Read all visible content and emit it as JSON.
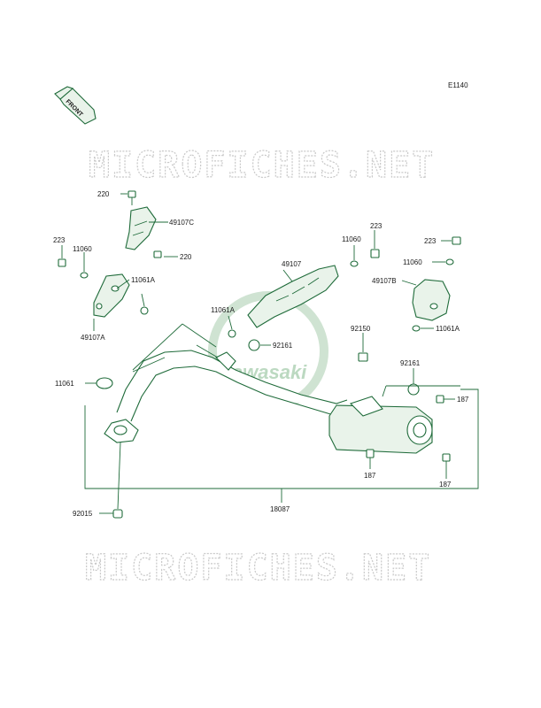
{
  "diagram_code": "E1140",
  "front_label": "FRONT",
  "watermark": "MICROFICHES.NET",
  "logo_text": "Kawasaki",
  "callouts": {
    "c220_top": "220",
    "c49107C": "49107C",
    "c220_right": "220",
    "c223_left": "223",
    "c11060_left": "11060",
    "c11061A_left": "11061A",
    "c49107A": "49107A",
    "c49107": "49107",
    "c11060_mid": "11060",
    "c223_mid": "223",
    "c223_right": "223",
    "c11060_right": "11060",
    "c49107B": "49107B",
    "c11061A_right": "11061A",
    "c11061A_mid": "11061A",
    "c92161_mid": "92161",
    "c92150": "92150",
    "c92161_right": "92161",
    "c11061": "11061",
    "c187_right": "187",
    "c187_bottom_mid": "187",
    "c187_bottom_right": "187",
    "c92015": "92015",
    "c18087": "18087"
  },
  "colors": {
    "line": "#1f6b3a",
    "text": "#1a1a1a",
    "watermark": "#c9c9c9"
  }
}
